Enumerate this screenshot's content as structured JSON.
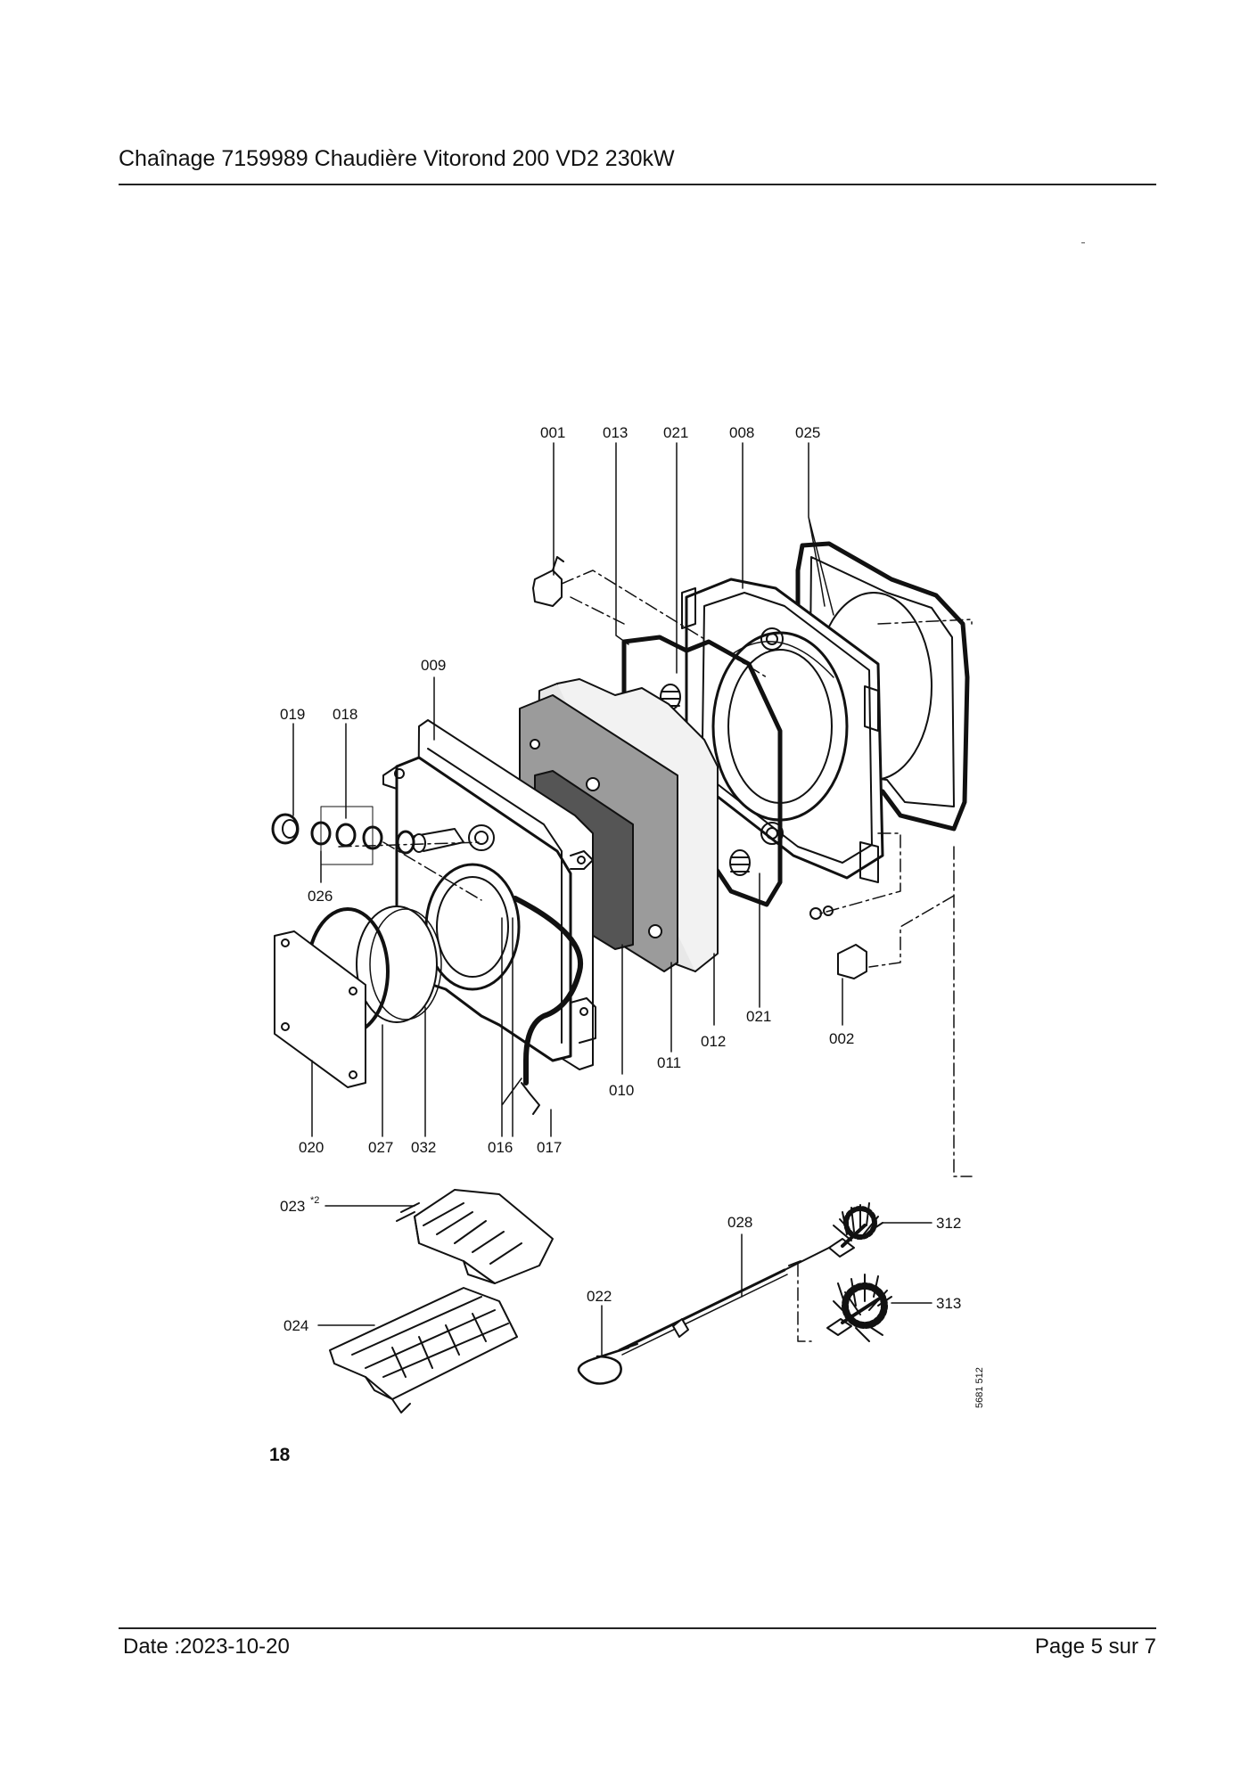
{
  "header": {
    "title": "Chaînage 7159989 Chaudière Vitorond 200 VD2 230kW"
  },
  "diagram": {
    "labels": {
      "001": "001",
      "013": "013",
      "021a": "021",
      "008": "008",
      "025": "025",
      "009": "009",
      "019": "019",
      "018": "018",
      "026": "026",
      "021b": "021",
      "002": "002",
      "012": "012",
      "011": "011",
      "010": "010",
      "020": "020",
      "027": "027",
      "032": "032",
      "016": "016",
      "017": "017",
      "023": "023",
      "023_sup": "*2",
      "024": "024",
      "028": "028",
      "022": "022",
      "312": "312",
      "313": "313"
    },
    "figure_number": "18",
    "drawing_id": "5681 512"
  },
  "footer": {
    "date": "Date :2023-10-20",
    "page": "Page 5 sur  7"
  }
}
